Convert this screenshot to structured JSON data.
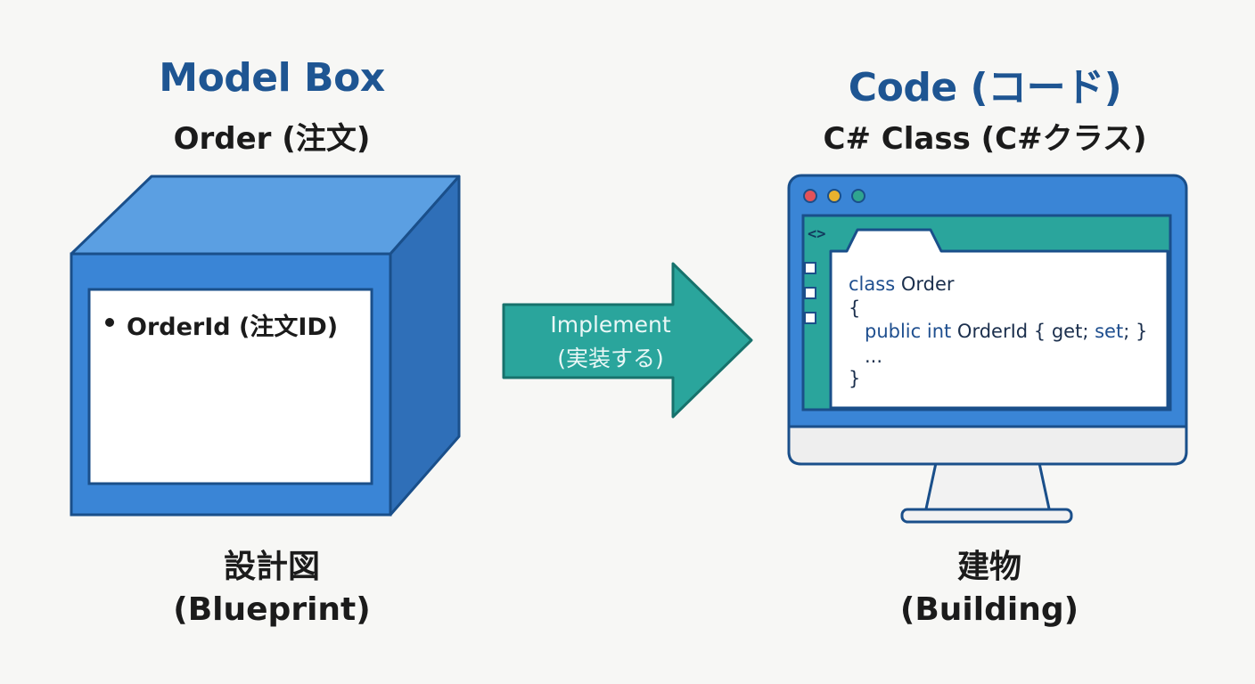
{
  "left": {
    "title": "Model Box",
    "subtitle": "Order (注文)",
    "field": "OrderId (注文ID)",
    "caption_line1": "設計図",
    "caption_line2": "(Blueprint)"
  },
  "arrow": {
    "line1": "Implement",
    "line2": "(実装する)"
  },
  "right": {
    "title": "Code (コード)",
    "subtitle": "C# Class (C#クラス)",
    "tab_icon": "<>",
    "code": {
      "l1_kw": "class",
      "l1_name": " Order",
      "l2": "{",
      "l3_kw": "public int",
      "l3_name": " OrderId { get; ",
      "l3_kw2": "set",
      "l3_end": "; }",
      "l4": "...",
      "l5": "}"
    },
    "caption_line1": "建物",
    "caption_line2": "(Building)"
  },
  "colors": {
    "title_blue": "#1e5592",
    "box_blue": "#3a85d6",
    "teal": "#2aa59c",
    "dot_red": "#e2525a",
    "dot_yellow": "#e9b22e",
    "dot_green": "#2fa48f"
  }
}
